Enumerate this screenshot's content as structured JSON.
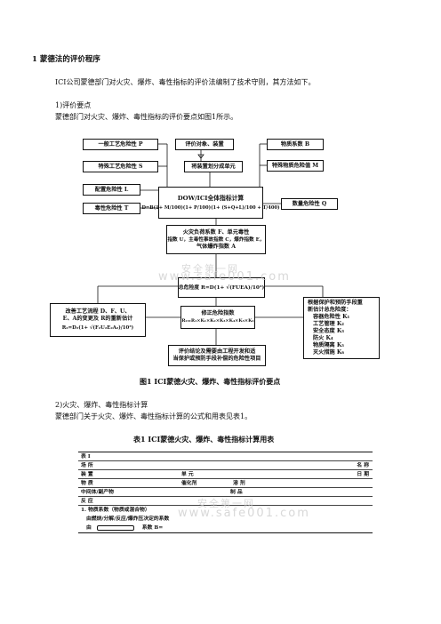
{
  "section": {
    "heading": "1  蒙德法的评价程序",
    "intro": "ICI公司蒙德部门对火灾、爆炸、毒性指标的评价法编制了技术守则，其方法如下。",
    "sub1_title": "1)评价要点",
    "sub1_body": "蒙德部门对火灾、爆炸、毒性指标的评价要点如图1所示。",
    "sub2_title": "2)火灾、爆炸、毒性指标计算",
    "sub2_body": "蒙德部门关于火灾、爆炸、毒性指标计算的公式和用表见表1。"
  },
  "figure": {
    "caption": "图1  ICI蒙德火灾、爆炸、毒性指标评价要点",
    "boxes": {
      "general_hazard": "一般工艺危险性 P",
      "special_hazard": "特殊工艺危险性 S",
      "eval_object": "评价对象、装置",
      "material_factor": "物质系数 B",
      "unit_division": "将装置划分成单元",
      "special_material": "特殊物质危险值 M",
      "layout_hazard": "配置危险性 L",
      "toxic_hazard": "毒性危险性 T",
      "qty_hazard": "数量危险性 Q",
      "total_title": "DOW/ICI全体指标计算",
      "total_formula": "D=B(1+ M/100)(1+ P/100)(1+ (S+Q+L)/100 + T/400)",
      "fire_l1": "火灾负荷系数 F、单元毒性",
      "fire_l2": "指数 U，主毒性事故指数 C，爆炸指数 E，",
      "fire_l3": "气体爆炸指数 A",
      "overall_risk": "总危险度 R=D(1+ √(FUEA)/10³)",
      "process_l1": "改善工艺流程 D、F、U、",
      "process_l2": "E、A的变更及 R的重新估计",
      "process_l3": "R₂=D₂(1+ √(F₂U₂E₂A₂)/10³)",
      "corrected_l1": "修正危险指数",
      "corrected_l2": "R₂=R₁×K₁×K₂×K₃×K₄×K₅×K₆",
      "eval_l1": "评价结论及需要由工程开发和适",
      "eval_l2": "当保护或预防手段补偿的危险性项目",
      "prot_l1": "根据保护和预防手段重",
      "prot_l2": "新估计总危险度：",
      "prot_l3": "容器危险性 K₁",
      "prot_l4": "工艺管理 K₂",
      "prot_l5": "安全态度 K₃",
      "prot_l6": "防火 K₄",
      "prot_l7": "物质隔离 K₅",
      "prot_l8": "灭火措施 K₆"
    }
  },
  "table": {
    "caption": "表1  ICI蒙德火灾、爆炸、毒性指标计算用表",
    "label": "表 I",
    "row_site": "场      所",
    "col_name": "名    称",
    "row_device": "装    置",
    "col_unit": "单    元",
    "col_date": "日    期",
    "row_material": "物    质",
    "col_catalyst": "催化剂",
    "col_solvent": "溶    剂",
    "row_intermediate": "中间体/副产物",
    "col_product": "制    品",
    "row_reaction": "反    应",
    "item1": "1. 物质系数（物质或混合物）",
    "item1_sub": "由燃烧/分解/反应/爆炸压决定的系数",
    "item1_from": "由",
    "item1_result": "系数 B="
  },
  "watermark": {
    "line1": "安全第一网",
    "line2": "www.safe001.com"
  }
}
